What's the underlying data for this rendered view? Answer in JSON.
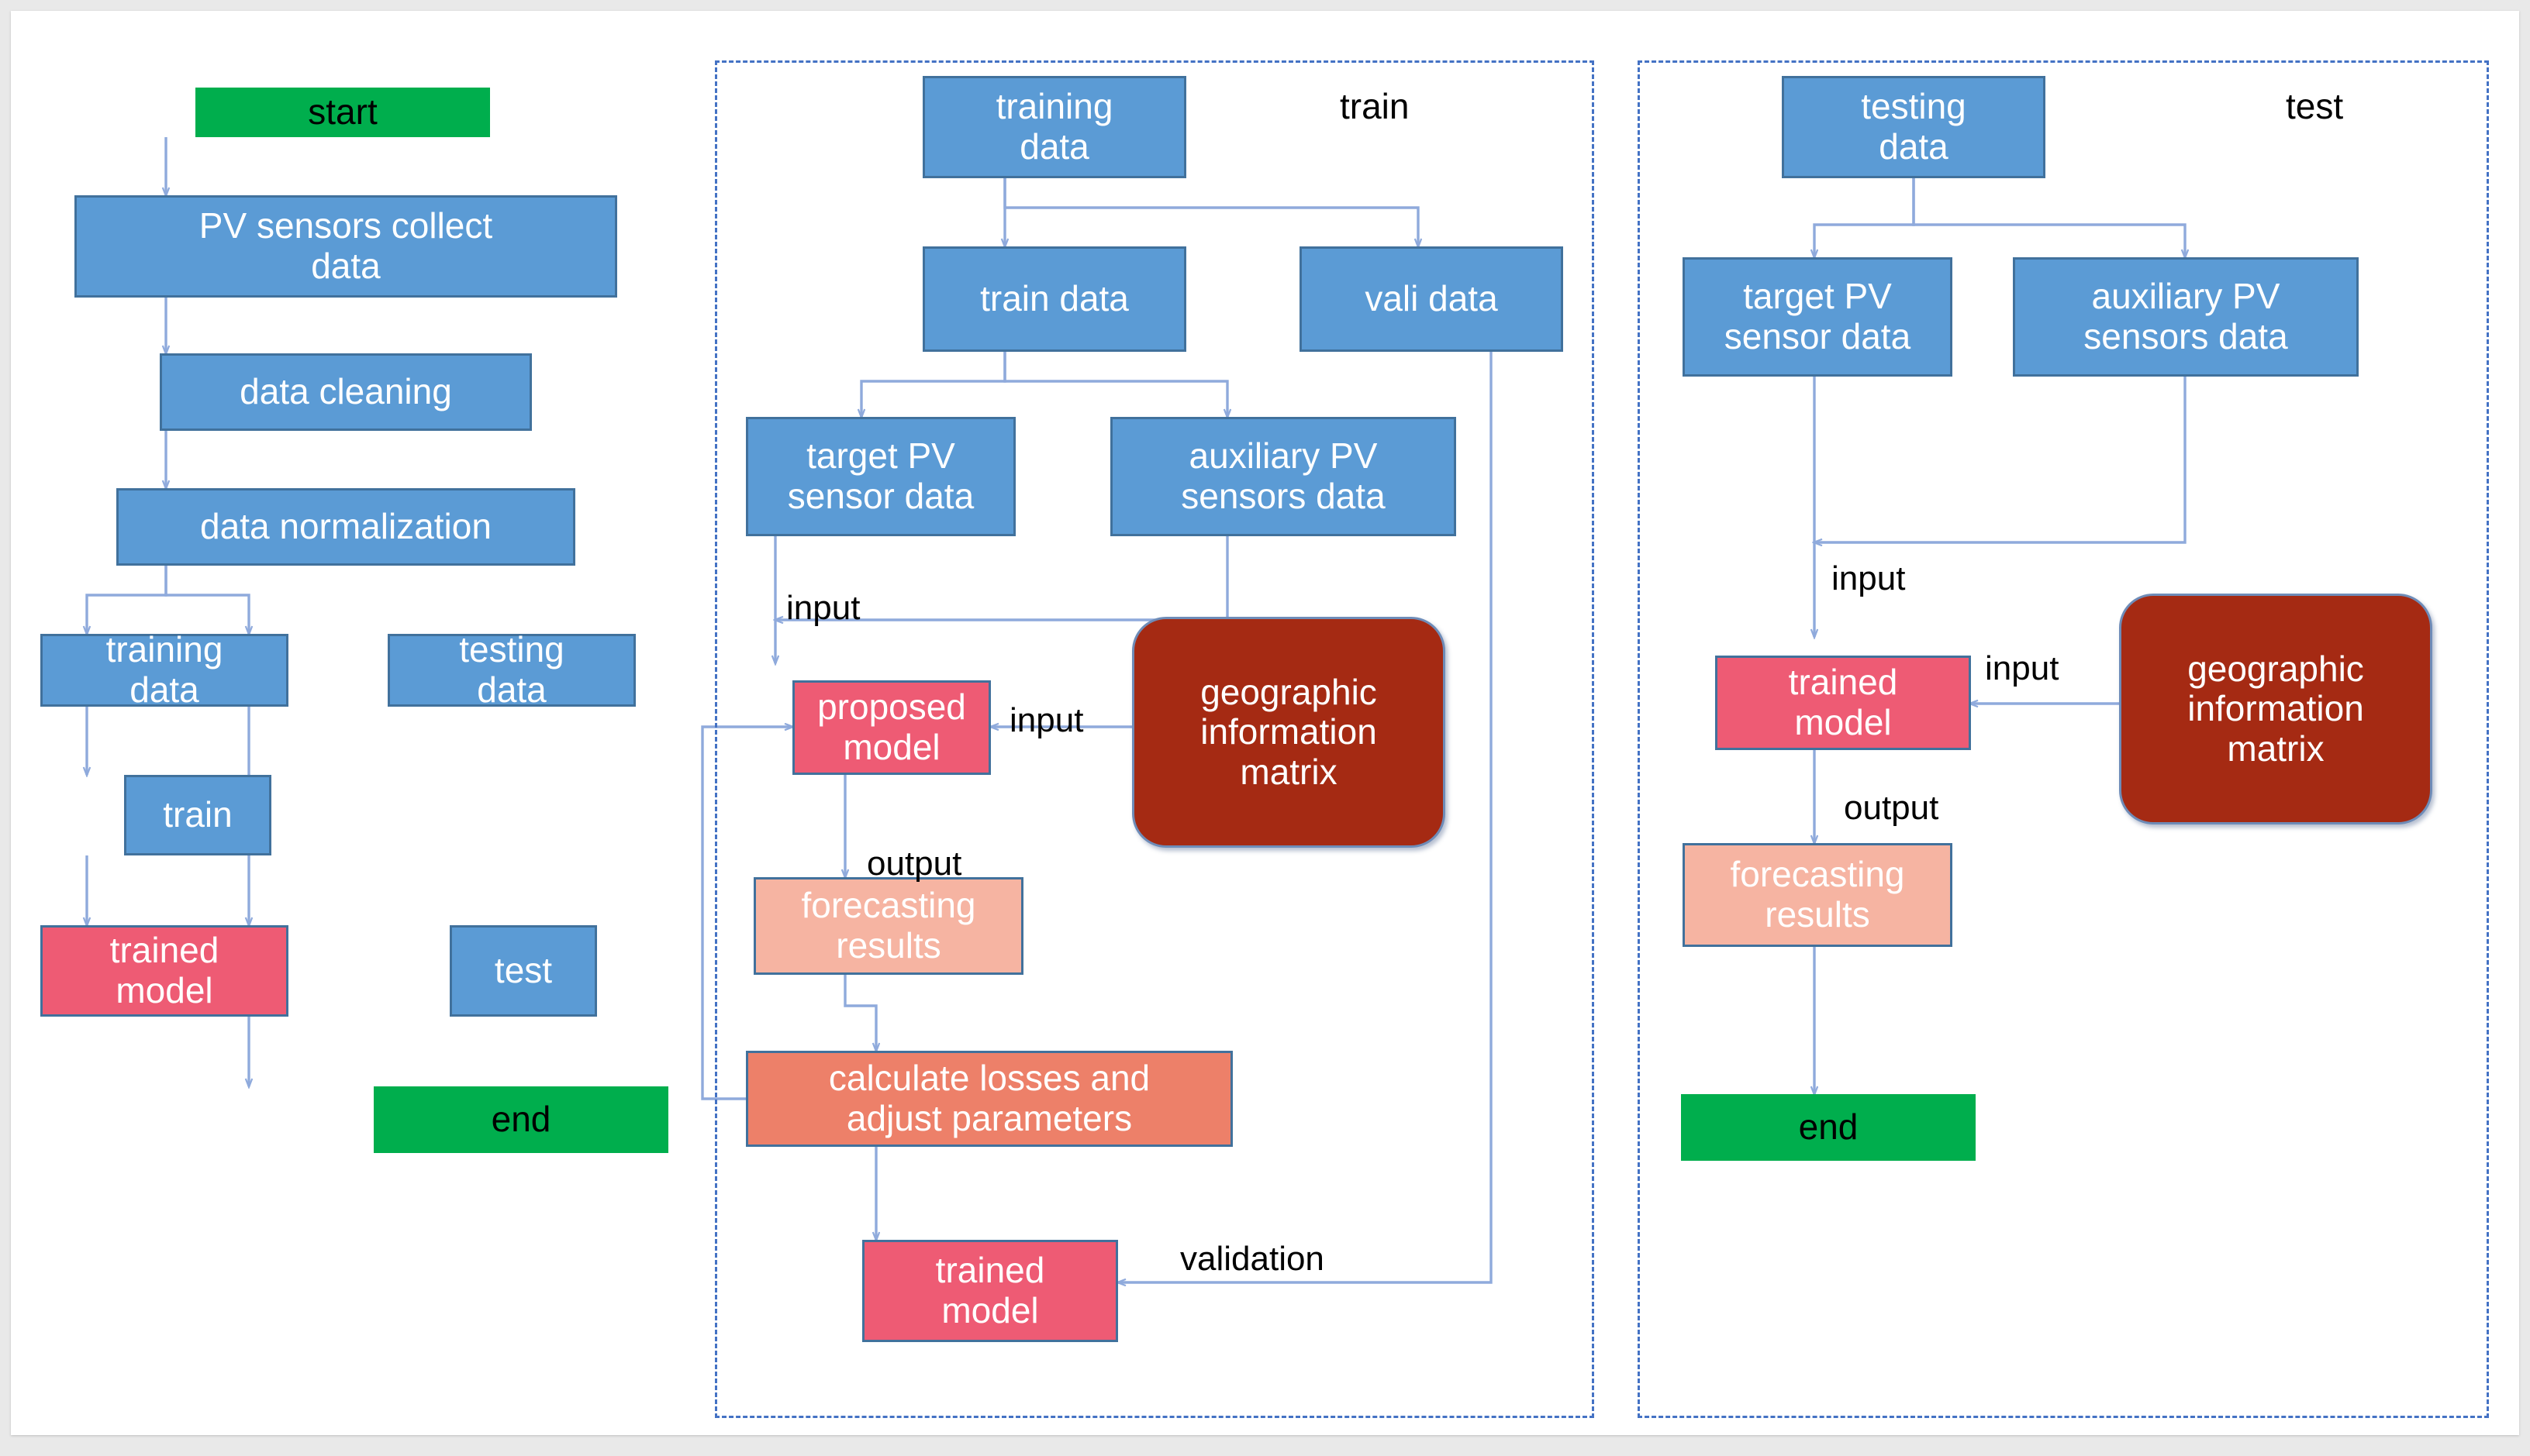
{
  "figure": {
    "kind": "flowchart",
    "background": "#e9e9e9",
    "paper": "#ffffff"
  },
  "palette": {
    "blue_fill": "#5B9BD5",
    "blue_border": "#41719C",
    "green_fill": "#00AE4D",
    "pink_fill": "#EE5B74",
    "orange_fill": "#ED8069",
    "salmon_fill": "#F6B4A2",
    "darkred_fill": "#A52A13",
    "arrow_color": "#8FAADC",
    "panel_border": "#4472C4"
  },
  "panels": [
    {
      "id": "train-panel",
      "title": "train"
    },
    {
      "id": "test-panel",
      "title": "test"
    }
  ],
  "pipeline": {
    "start": "start",
    "collect": "PV sensors collect\ndata",
    "cleaning": "data cleaning",
    "normalization": "data normalization",
    "training_data": "training\ndata",
    "testing_data": "testing\ndata",
    "train": "train",
    "test": "test",
    "trained_model": "trained\nmodel",
    "end": "end"
  },
  "train_panel": {
    "training_data": "training\ndata",
    "train_data": "train data",
    "vali_data": "vali data",
    "target_sensor": "target PV\nsensor data",
    "auxiliary_sensors": "auxiliary PV\nsensors data",
    "proposed_model": "proposed\nmodel",
    "geo_matrix": "geographic\ninformation\nmatrix",
    "forecasting_results": "forecasting\nresults",
    "calculate_losses": "calculate losses and\nadjust parameters",
    "trained_model": "trained\nmodel",
    "labels": {
      "input_top": "input",
      "input_right": "input",
      "output": "output",
      "validation": "validation"
    }
  },
  "test_panel": {
    "testing_data": "testing\ndata",
    "target_sensor": "target PV\nsensor data",
    "auxiliary_sensors": "auxiliary PV\nsensors data",
    "trained_model": "trained\nmodel",
    "geo_matrix": "geographic\ninformation\nmatrix",
    "forecasting_results": "forecasting\nresults",
    "end": "end",
    "labels": {
      "input_top": "input",
      "input_right": "input",
      "output": "output"
    }
  }
}
